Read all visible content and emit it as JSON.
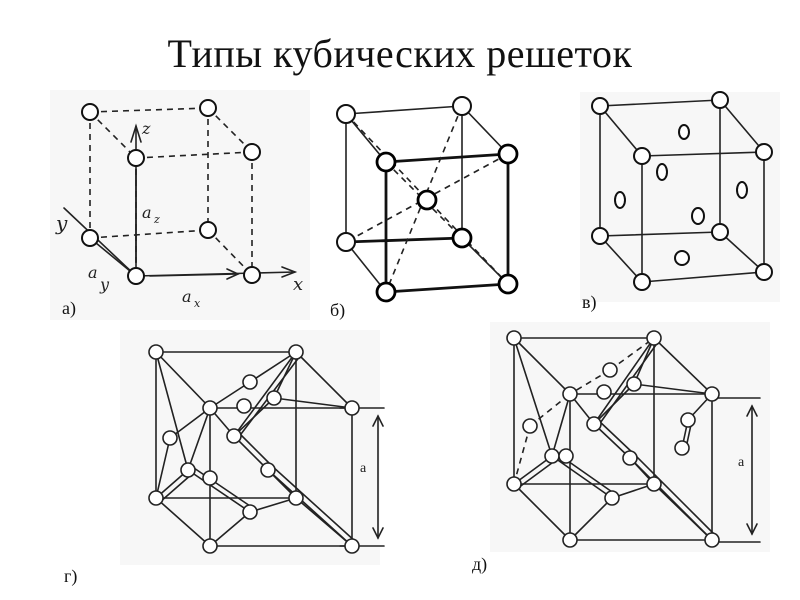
{
  "title": "Типы кубических решеток",
  "panels": {
    "a": {
      "caption": "а)",
      "axis_labels": {
        "z": "z",
        "y": "y",
        "x": "x",
        "az": "a",
        "az_sub": "z",
        "ay": "a",
        "ay_sub": "y",
        "ax": "a",
        "ax_sub": "x"
      }
    },
    "b": {
      "caption": "б)"
    },
    "c": {
      "caption": "в)"
    },
    "d": {
      "caption": "г)",
      "dimension_label": "a"
    },
    "e": {
      "caption": "д)",
      "dimension_label": "a"
    }
  }
}
